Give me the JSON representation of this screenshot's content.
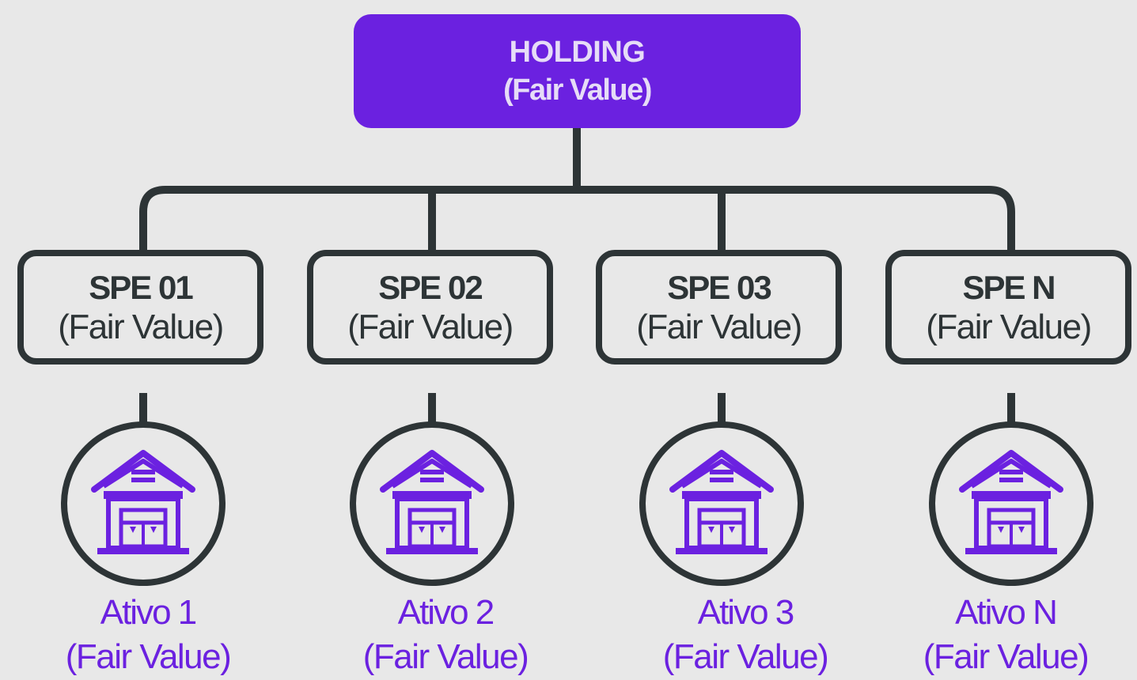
{
  "holding": {
    "line1": "HOLDING",
    "line2": "(Fair Value)"
  },
  "spes": [
    {
      "line1": "SPE 01",
      "line2": "(Fair Value)"
    },
    {
      "line1": "SPE 02",
      "line2": "(Fair Value)"
    },
    {
      "line1": "SPE 03",
      "line2": "(Fair Value)"
    },
    {
      "line1": "SPE N",
      "line2": "(Fair Value)"
    }
  ],
  "assets": [
    {
      "line1": "Ativo 1",
      "line2": "(Fair Value)",
      "icon": "warehouse-icon"
    },
    {
      "line1": "Ativo 2",
      "line2": "(Fair Value)",
      "icon": "warehouse-icon"
    },
    {
      "line1": "Ativo 3",
      "line2": "(Fair Value)",
      "icon": "warehouse-icon"
    },
    {
      "line1": "Ativo N",
      "line2": "(Fair Value)",
      "icon": "warehouse-icon"
    }
  ],
  "colors": {
    "accent": "#6b21e0",
    "line": "#2d3436",
    "background": "#e8e8e8",
    "holding_text": "#e6dcf7"
  }
}
